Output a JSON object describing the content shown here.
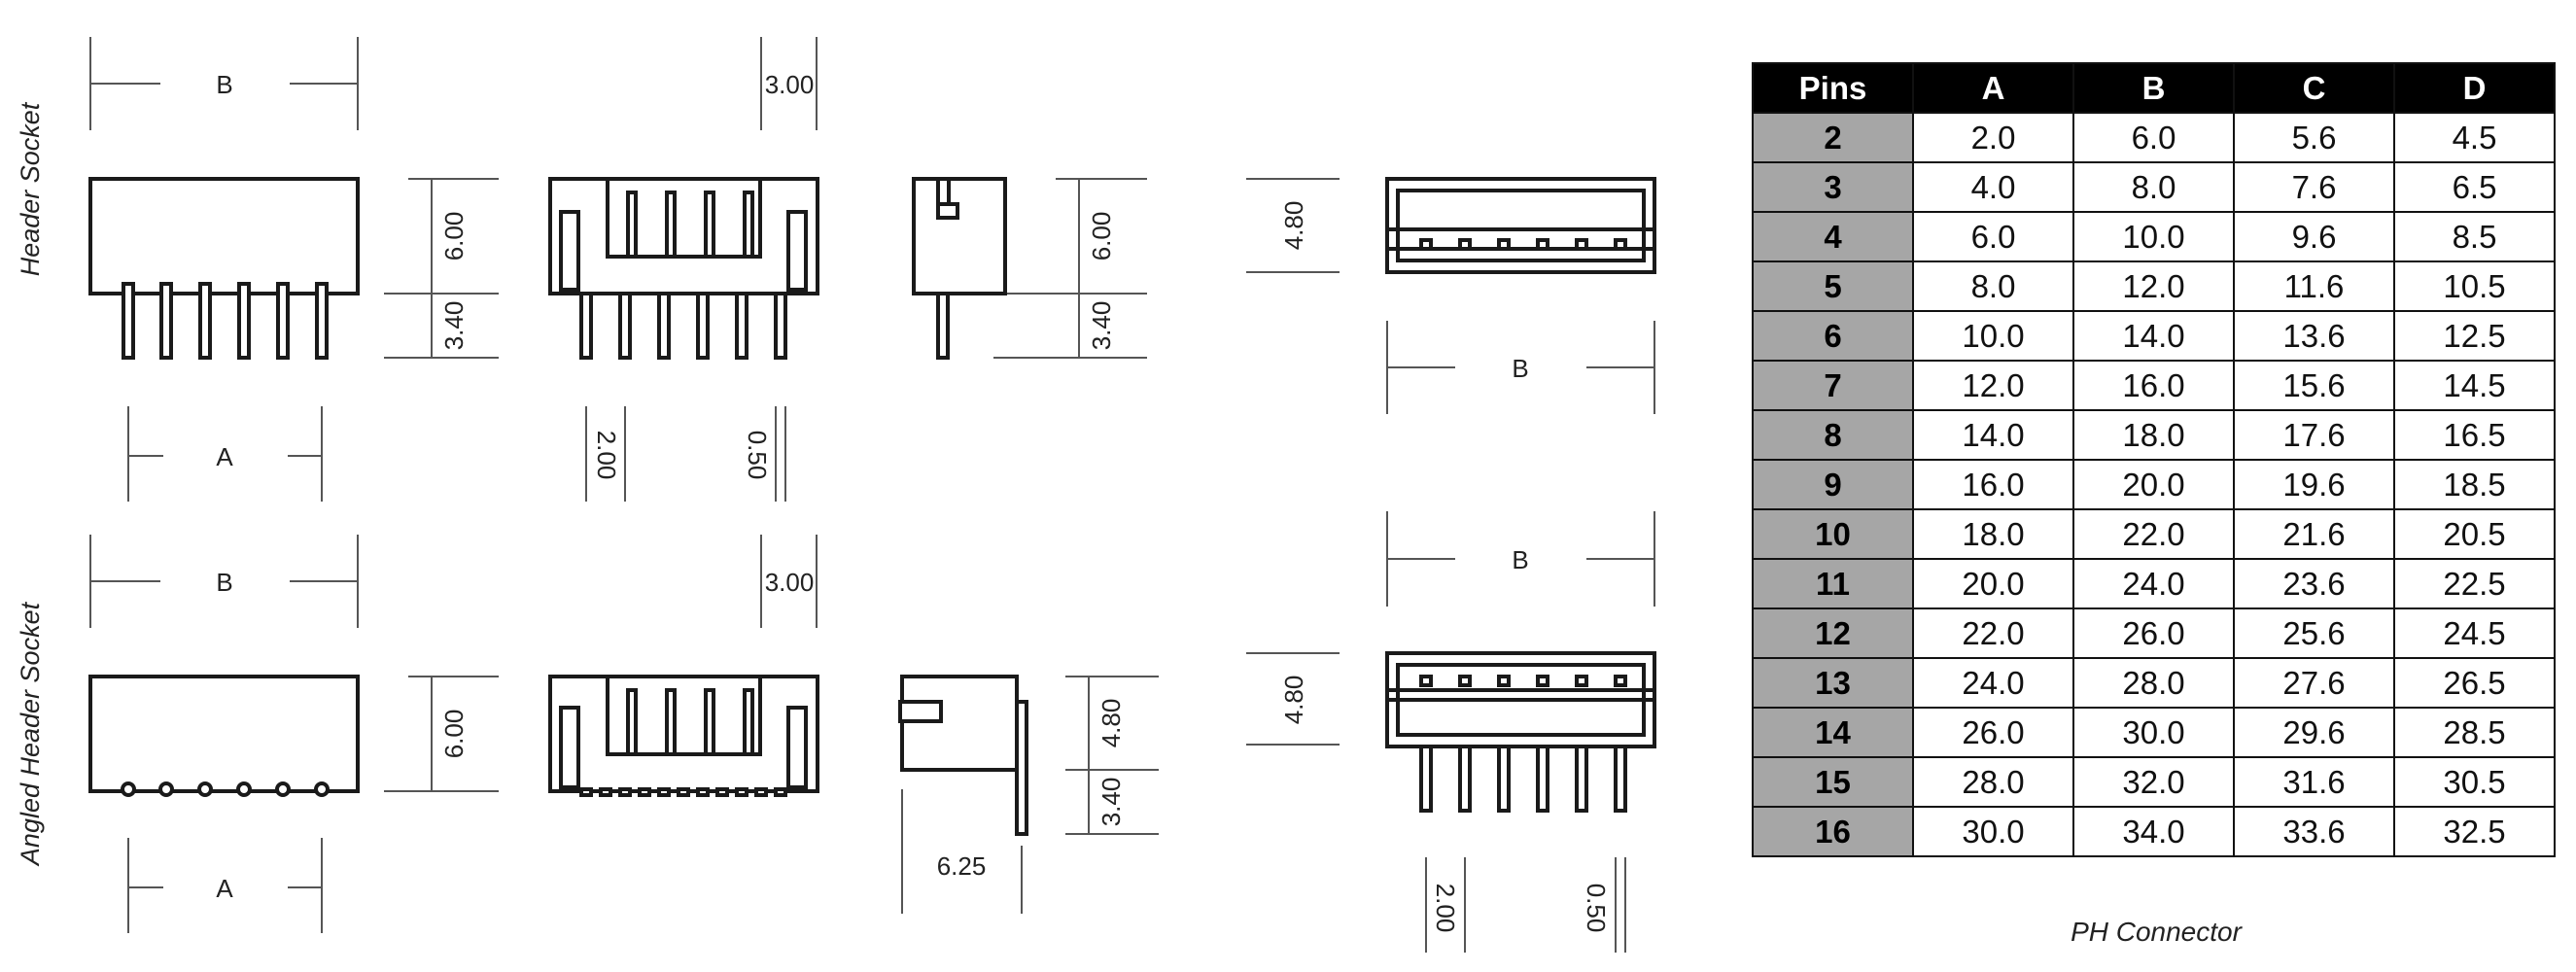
{
  "labels": {
    "header_socket": "Header Socket",
    "angled_header_socket": "Angled Header Socket",
    "caption": "PH Connector"
  },
  "dimensions": {
    "b": "B",
    "a": "A",
    "d300": "3.00",
    "d600": "6.00",
    "d340": "3.40",
    "d480": "4.80",
    "d200": "2.00",
    "d050": "0.50",
    "d625": "6.25"
  },
  "table": {
    "headers": [
      "Pins",
      "A",
      "B",
      "C",
      "D"
    ],
    "rows": [
      [
        "2",
        "2.0",
        "6.0",
        "5.6",
        "4.5"
      ],
      [
        "3",
        "4.0",
        "8.0",
        "7.6",
        "6.5"
      ],
      [
        "4",
        "6.0",
        "10.0",
        "9.6",
        "8.5"
      ],
      [
        "5",
        "8.0",
        "12.0",
        "11.6",
        "10.5"
      ],
      [
        "6",
        "10.0",
        "14.0",
        "13.6",
        "12.5"
      ],
      [
        "7",
        "12.0",
        "16.0",
        "15.6",
        "14.5"
      ],
      [
        "8",
        "14.0",
        "18.0",
        "17.6",
        "16.5"
      ],
      [
        "9",
        "16.0",
        "20.0",
        "19.6",
        "18.5"
      ],
      [
        "10",
        "18.0",
        "22.0",
        "21.6",
        "20.5"
      ],
      [
        "11",
        "20.0",
        "24.0",
        "23.6",
        "22.5"
      ],
      [
        "12",
        "22.0",
        "26.0",
        "25.6",
        "24.5"
      ],
      [
        "13",
        "24.0",
        "28.0",
        "27.6",
        "26.5"
      ],
      [
        "14",
        "26.0",
        "30.0",
        "29.6",
        "28.5"
      ],
      [
        "15",
        "28.0",
        "32.0",
        "31.6",
        "30.5"
      ],
      [
        "16",
        "30.0",
        "34.0",
        "33.6",
        "32.5"
      ]
    ]
  }
}
